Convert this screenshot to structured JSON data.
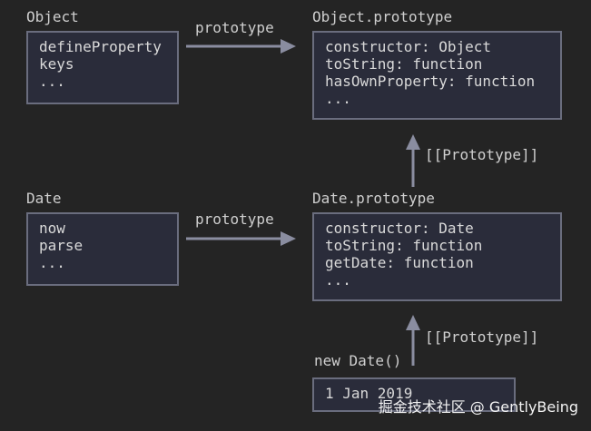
{
  "object": {
    "title": "Object",
    "items": [
      "defineProperty",
      "keys",
      "..."
    ]
  },
  "object_prototype": {
    "title": "Object.prototype",
    "items": [
      "constructor: Object",
      "toString: function",
      "hasOwnProperty: function",
      "..."
    ]
  },
  "date": {
    "title": "Date",
    "items": [
      "now",
      "parse",
      "..."
    ]
  },
  "date_prototype": {
    "title": "Date.prototype",
    "items": [
      "constructor: Date",
      "toString: function",
      "getDate: function",
      "..."
    ]
  },
  "new_date": {
    "title": "new Date()",
    "value": "1 Jan 2019"
  },
  "labels": {
    "prototype_top": "prototype",
    "prototype_bottom": "prototype",
    "proto_link_top": "[[Prototype]]",
    "proto_link_bottom": "[[Prototype]]"
  },
  "watermark": "掘金技术社区 @ GentlyBeing",
  "colors": {
    "background": "#242424",
    "box_fill": "#2a2c3a",
    "box_border": "#6a6d7e",
    "arrow": "#8a8da0",
    "text": "#d9d9d9"
  }
}
